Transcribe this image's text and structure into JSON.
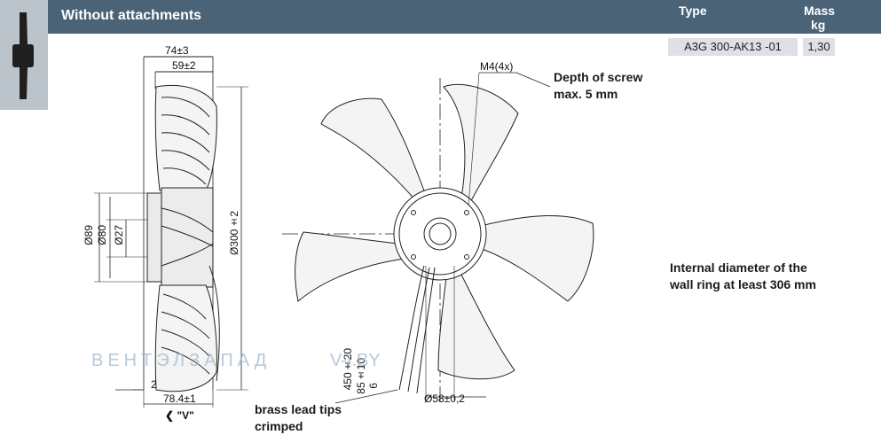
{
  "header": {
    "title": "Without attachments",
    "type_label": "Type",
    "mass_label": "Mass",
    "mass_unit": "kg"
  },
  "product": {
    "type": "A3G 300-AK13 -01",
    "mass": "1,30"
  },
  "notes": {
    "screw_label": "M4(4x)",
    "depth_line1": "Depth of screw",
    "depth_line2": "max. 5 mm",
    "wall_line1": "Internal diameter of the",
    "wall_line2": "wall ring at least 306 mm",
    "brass_line1": "brass lead tips",
    "brass_line2": "crimped"
  },
  "dimensions": {
    "depth_total": "74±3",
    "depth_rotor": "59±2",
    "dia_89": "Ø89",
    "dia_80": "Ø80",
    "dia_27": "Ø27",
    "dia_300": "Ø300±2",
    "offset_2": "2",
    "depth_784": "78.4±1",
    "view": "\"V\"",
    "lead_450": "450±20",
    "lead_85": "85±10",
    "lead_6": "6",
    "dia_58": "Ø58±0,2"
  },
  "watermark": {
    "brand": "ВЕНТЭЛЗАПАД",
    "site": "V-I.BY"
  },
  "colors": {
    "header_bg": "#4a6377",
    "side_tab_bg": "#bcc4cb",
    "cell_bg": "#dde1e5",
    "drawing_line": "#222222"
  }
}
